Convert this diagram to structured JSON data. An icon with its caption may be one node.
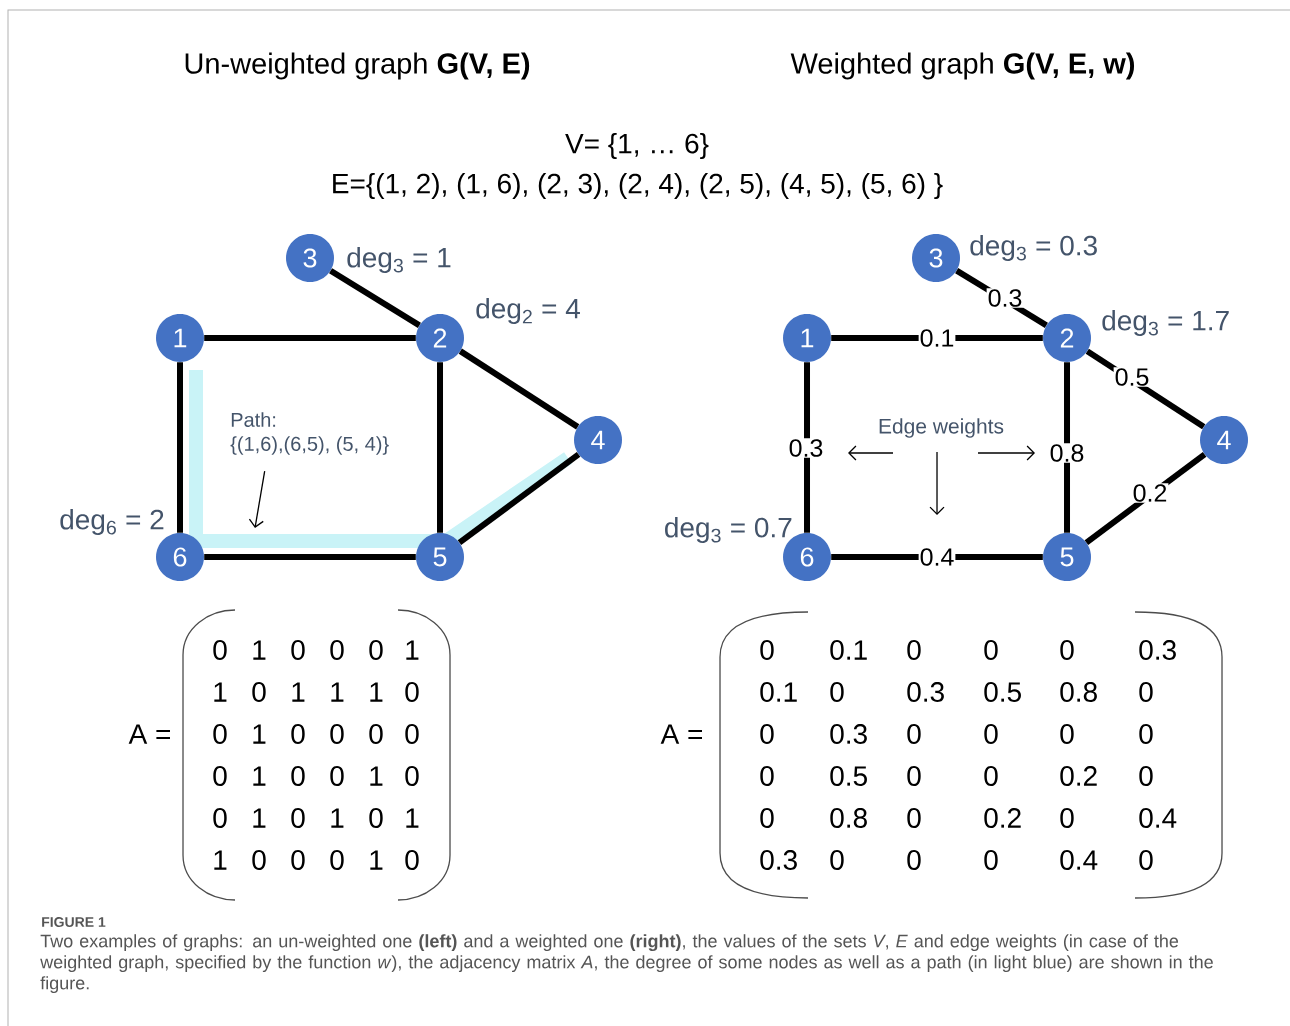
{
  "diagram": {
    "caption": "Two examples of graphs: an un-weighted one **(left)** and a weighted one **(right)**, the values of the sets *V*, *E* and edge weights (in case of the weighted graph, specified by the function *w*), the adjacency matrix *A*, the degree of some nodes as well as a path (in light blue) are shown in the figure.",
    "nodes": [
      {
        "text": [
          "1"
        ]
      },
      {
        "text": [
          "2"
        ],
        "beside": [
          "deg$_{2}$ = 4"
        ]
      },
      {
        "text": [
          "3"
        ],
        "beside": [
          "deg$_{3}$ = 1"
        ]
      },
      {
        "text": [
          "4"
        ]
      },
      {
        "text": [
          "5"
        ]
      },
      {
        "text": [
          "6"
        ],
        "beside": [
          "deg$_{6}$ = 2"
        ]
      },
      {
        "text": [
          "1"
        ]
      },
      {
        "text": [
          "2"
        ],
        "beside": [
          "deg$_{3}$ = 1.7"
        ]
      },
      {
        "text": [
          "3"
        ],
        "beside": [
          "deg$_{3}$ = 0.3"
        ]
      },
      {
        "text": [
          "4"
        ]
      },
      {
        "text": [
          "5"
        ]
      },
      {
        "text": [
          "6"
        ],
        "beside": [
          "deg$_{3}$ = 0.7"
        ]
      },
      {
        "text": [
          "Path:",
          "{(1,6),(6,5), (5, 4)}"
        ]
      },
      {
        "text": [
          "Edge weights"
        ]
      }
    ],
    "edges": [
      {
        "from": 0,
        "to": 1,
        "arrow": "none"
      },
      {
        "from": 0,
        "to": 5,
        "arrow": "none"
      },
      {
        "from": 1,
        "to": 2,
        "arrow": "none"
      },
      {
        "from": 1,
        "to": 3,
        "arrow": "none"
      },
      {
        "from": 1,
        "to": 4,
        "arrow": "none"
      },
      {
        "from": 3,
        "to": 4,
        "arrow": "none"
      },
      {
        "from": 4,
        "to": 5,
        "arrow": "none"
      },
      {
        "from": 6,
        "to": 7,
        "arrow": "none",
        "label": "0.1"
      },
      {
        "from": 6,
        "to": 11,
        "arrow": "none",
        "label": "0.3"
      },
      {
        "from": 7,
        "to": 8,
        "arrow": "none",
        "label": "0.3"
      },
      {
        "from": 7,
        "to": 9,
        "arrow": "none",
        "label": "0.5"
      },
      {
        "from": 7,
        "to": 10,
        "arrow": "none",
        "label": "0.8"
      },
      {
        "from": 9,
        "to": 10,
        "arrow": "none",
        "label": "0.2"
      },
      {
        "from": 10,
        "to": 11,
        "arrow": "none",
        "label": "0.4"
      },
      {
        "from": 12,
        "to": null,
        "arrow": "to"
      },
      {
        "from": 13,
        "to": null,
        "arrow": "to"
      },
      {
        "from": 13,
        "to": null,
        "arrow": "to"
      },
      {
        "from": 13,
        "to": null,
        "arrow": "to"
      }
    ],
    "labels": [
      "Un-weighted graph **G(V, E)**",
      "Weighted graph **G(V, E, w)**",
      "V= {1, … 6}",
      "E={(1, 2), (1, 6), (2, 3), (2, 4), (2, 5), (4, 5), (5, 6) }",
      "A =",
      "0",
      "1",
      "0",
      "0",
      "0",
      "1",
      "1",
      "0",
      "1",
      "1",
      "1",
      "0",
      "0",
      "1",
      "0",
      "0",
      "0",
      "0",
      "0",
      "1",
      "0",
      "0",
      "1",
      "0",
      "0",
      "1",
      "0",
      "1",
      "0",
      "1",
      "1",
      "0",
      "0",
      "0",
      "1",
      "0",
      "A =",
      "0",
      "0.1",
      "0",
      "0",
      "0",
      "0.3",
      "0.1",
      "0",
      "0.3",
      "0.5",
      "0.8",
      "0",
      "0",
      "0.3",
      "0",
      "0",
      "0",
      "0",
      "0",
      "0.5",
      "0",
      "0",
      "0.2",
      "0",
      "0",
      "0.8",
      "0",
      "0.2",
      "0",
      "0.4",
      "0.3",
      "0",
      "0",
      "0",
      "0.4",
      "0",
      "FIGURE 1"
    ]
  }
}
